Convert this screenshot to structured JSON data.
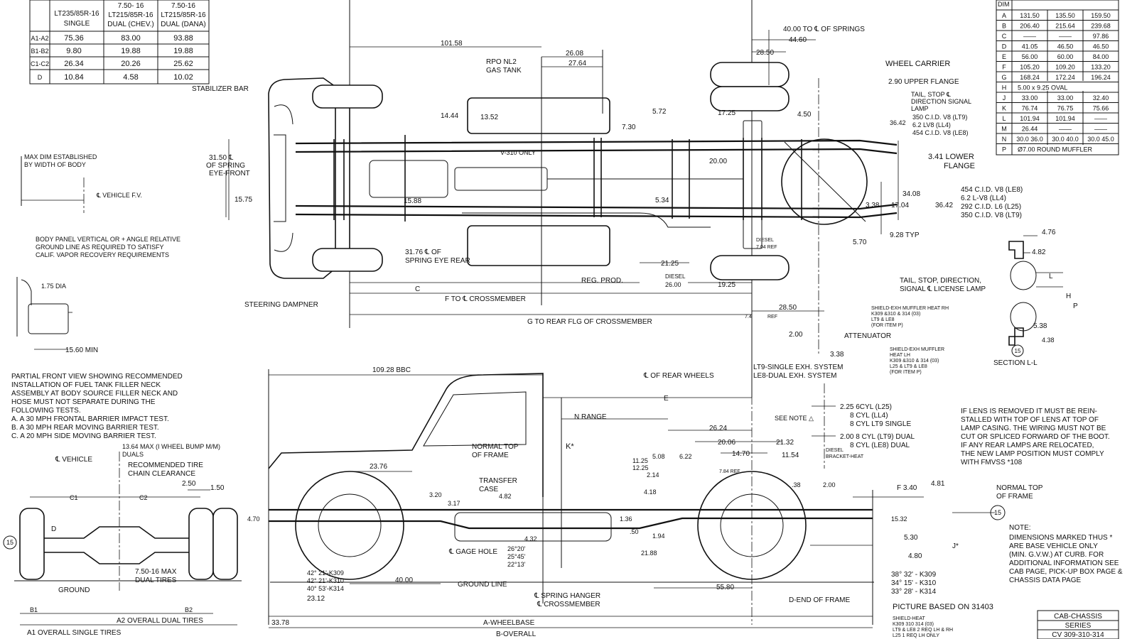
{
  "tire_table": {
    "columns": [
      "LT235/85R-16 SINGLE",
      "7.50-16 LT215/85R-16 DUAL (CHEV.)",
      "7.50-16 LT215/85R-16 DUAL (DANA)"
    ],
    "col_lines": [
      [
        "LT235/85R-16",
        "SINGLE"
      ],
      [
        "7.50- 16",
        "LT215/85R-16",
        "DUAL (CHEV.)"
      ],
      [
        "7.50-16",
        "LT215/85R-16",
        "DUAL (DANA)"
      ]
    ],
    "rows": [
      {
        "label": "A1-A2",
        "values": [
          "75.36",
          "83.00",
          "93.88"
        ]
      },
      {
        "label": "B1-B2",
        "values": [
          "9.80",
          "19.88",
          "19.88"
        ]
      },
      {
        "label": "C1-C2",
        "values": [
          "26.34",
          "20.26",
          "25.62"
        ]
      },
      {
        "label": "D",
        "values": [
          "10.84",
          "4.58",
          "10.02"
        ]
      }
    ]
  },
  "dim_table": {
    "header": "DIM",
    "rows": [
      {
        "dim": "A",
        "values": [
          "131.50",
          "135.50",
          "159.50"
        ]
      },
      {
        "dim": "B",
        "values": [
          "206.40",
          "215.64",
          "239.68"
        ]
      },
      {
        "dim": "C",
        "values": [
          "——",
          "——",
          "97.86"
        ]
      },
      {
        "dim": "D",
        "values": [
          "41.05",
          "46.50",
          "46.50"
        ]
      },
      {
        "dim": "E",
        "values": [
          "56.00",
          "60.00",
          "84.00"
        ]
      },
      {
        "dim": "F",
        "values": [
          "105.20",
          "109.20",
          "133.20"
        ]
      },
      {
        "dim": "G",
        "values": [
          "168.24",
          "172.24",
          "196.24"
        ]
      },
      {
        "dim": "H",
        "span": "5.00 x 9.25   OVAL"
      },
      {
        "dim": "J",
        "values": [
          "33.00",
          "33.00",
          "32.40"
        ]
      },
      {
        "dim": "K",
        "values": [
          "76.74",
          "76.75",
          "75.66"
        ]
      },
      {
        "dim": "L",
        "values": [
          "101.94",
          "101.94",
          "——"
        ]
      },
      {
        "dim": "M",
        "values": [
          "26.44",
          "——",
          "——"
        ]
      },
      {
        "dim": "N",
        "values": [
          "30.0 36.0",
          "30.0 40.0",
          "30.0 45.0"
        ]
      },
      {
        "dim": "P",
        "span": "Ø7.00 ROUND MUFFLER"
      }
    ]
  },
  "top_view": {
    "d_101_58": "101.58",
    "d_26_08": "26.08",
    "d_27_64": "27.64",
    "gas_tank": [
      "RPO NL2",
      "GAS TANK"
    ],
    "d_14_44": "14.44",
    "d_13_52": "13.52",
    "d_7_30": "7.30",
    "d_5_72": "5.72",
    "d_17_25": "17.25",
    "d_4_50": "4.50",
    "springs_cl": "40.00 TO ℄ OF SPRINGS",
    "d_44_60": "44.60",
    "d_28_50_top": "28.50",
    "wheel_carrier": "WHEEL CARRIER",
    "upper_flange": "2.90 UPPER FLANGE",
    "tail_lamp": [
      "TAIL, STOP ℄",
      "DIRECTION SIGNAL",
      "LAMP"
    ],
    "d_36_42_a": "36.42",
    "engines_a": [
      "350 C.I.D. V8 (LT9)",
      "6.2 LV8 (LL4)",
      "454 C.I.D. V8 (LE8)"
    ],
    "lower_flange": [
      "3.41 LOWER",
      "FLANGE"
    ],
    "stabilizer": "STABILIZER BAR",
    "spring_front": [
      "31.50 ℄",
      "OF SPRING",
      "EYE-FRONT"
    ],
    "v310": "V-310 ONLY",
    "d_20_00": "20.00",
    "d_15_75": "15.75",
    "d_15_88": "15.88",
    "d_5_34": "5.34",
    "d_3_38": "3.38",
    "d_17_04": "17.04",
    "d_34_08": "34.08",
    "d_36_42_b": "36.42",
    "engines_b": [
      "454 C.I.D. V8 (LE8)",
      "6.2 L-V8 (LL4)",
      "292 C.I.D. L6 (L25)",
      "350 C.I.D. V8 (LT9)"
    ],
    "d_9_28": "9.28 TYP",
    "d_5_70": "5.70",
    "diesel_a": [
      "DIESEL",
      "7.04 REF"
    ],
    "spring_rear": [
      "31.76 ℄ OF",
      "SPRING EYE REAR"
    ],
    "d_21_25": "21.25",
    "reg_prod": "REG. PROD.",
    "diesel_b": [
      "DIESEL",
      "26.00"
    ],
    "d_19_25": "19.25",
    "tail_lic": [
      "TAIL, STOP, DIRECTION,",
      "SIGNAL ℄ LICENSE LAMP"
    ],
    "steering": "STEERING DAMPNER",
    "dim_c": "C",
    "f_cross": "F TO ℄ CROSSMEMBER",
    "g_cross": "G TO REAR FLG OF CROSSMEMBER",
    "d_28_50": "28.50",
    "ref_7_4": "7.4",
    "ref": "REF",
    "d_2_00": "2.00",
    "attenuator": "ATTENUATOR",
    "d_3_38_b": "3.38",
    "exhaust": [
      "LT9-SINGLE EXH. SYSTEM",
      "LE8-DUAL EXH. SYSTEM"
    ]
  },
  "left_notes": {
    "max_dim": [
      "MAX DIM ESTABLISHED",
      "BY WIDTH OF BODY"
    ],
    "cl_vehicle_fv": "℄ VEHICLE F.V.",
    "body_panel": [
      "BODY PANEL VERTICAL OR + ANGLE RELATIVE",
      "GROUND LINE AS REQUIRED TO SATISFY",
      "CALIF. VAPOR RECOVERY REQUIREMENTS"
    ],
    "dia": "1.75 DIA",
    "min": "15.60 MIN",
    "partial_view": [
      "PARTIAL FRONT VIEW SHOWING RECOMMENDED",
      "INSTALLATION OF FUEL TANK FILLER NECK",
      "ASSEMBLY AT BODY SOURCE FILLER NECK AND",
      "HOSE MUST NOT SEPARATE DURING  THE",
      "FOLLOWING TESTS.",
      "A. A 30 MPH FRONTAL BARRIER IMPACT TEST.",
      "B. A 30 MPH REAR MOVING BARRIER TEST.",
      "C. A 20 MPH SIDE MOVING BARRIER TEST."
    ]
  },
  "rear_view": {
    "max_bump": [
      "13.64 MAX (I WHEEL BUMP M/M)",
      "DUALS"
    ],
    "cl_vehicle": "℄ VEHICLE",
    "chain": [
      "RECOMMENDED TIRE",
      "CHAIN CLEARANCE"
    ],
    "d_2_50": "2.50",
    "d_1_50": "1.50",
    "c1": "C1",
    "c2": "C2",
    "d": "D",
    "circle_15": "15",
    "max_dual": [
      "7.50-16 MAX",
      "DUAL TIRES"
    ],
    "ground": "GROUND",
    "b1": "B1",
    "b2": "B2",
    "a2": "A2 OVERALL DUAL TIRES",
    "a1": "A1 OVERALL SINGLE TIRES"
  },
  "side_view": {
    "bbc": "109.28 BBC",
    "rear_wheels_cl": "℄ OF REAR WHEELS",
    "dim_e": "E",
    "n_range": "N RANGE",
    "k_star": "K*",
    "normal_top_a": [
      "NORMAL TOP",
      "OF FRAME"
    ],
    "transfer": [
      "TRANSFER",
      "CASE"
    ],
    "d_23_76": "23.76",
    "d_3_20": "3.20",
    "d_3_17": "3.17",
    "d_4_82": "4.82",
    "d_4_70": "4.70",
    "d_11_25": "11.25",
    "d_12_25": "12.25",
    "d_2_14": "2.14",
    "d_5_08": "5.08",
    "d_6_22": "6.22",
    "d_4_18": "4.18",
    "d_1_36": "1.36",
    "d_50": ".50",
    "d_1_94": "1.94",
    "d_4_32": "4.32",
    "gage_hole": "℄ GAGE HOLE",
    "angles_front": [
      "26°20'",
      "25°45'",
      "22°13'"
    ],
    "angles_left": [
      "42° 21'-K309",
      "42° 21'-K310",
      "40° 53'-K314"
    ],
    "d_23_12": "23.12",
    "d_40_00": "40.00",
    "ground_line": "GROUND LINE",
    "spring_hanger": [
      "℄ SPRING HANGER",
      "℄ CROSSMEMBER"
    ],
    "d_21_88": "21.88",
    "d_55_80": "55.80",
    "d_end": "D-END OF FRAME",
    "see_note": "SEE NOTE △",
    "d_26_24": "26.24",
    "d_20_06": "20.06",
    "d_21_32": "21.32",
    "d_14_70": "14.70",
    "d_11_54": "11.54",
    "diesel_bracket": [
      "DIESEL",
      "BRACKET-HEAT"
    ],
    "ref_7_84": "7.84 REF",
    "d_38": ".38",
    "d_2_00": "2.00",
    "f_3_40": "F 3.40",
    "d_4_81": "4.81",
    "normal_top_b": [
      "NORMAL TOP",
      "OF FRAME"
    ],
    "d_15_32": "15.32",
    "d_5_30": "5.30",
    "j_star": "J*",
    "d_4_80": "4.80",
    "angles_rear": [
      "38° 32' - K309",
      "34° 15' - K310",
      "33° 28' - K314"
    ],
    "picture": "PICTURE BASED ON 31403",
    "d_33_78": "33.78",
    "wheelbase": "A-WHEELBASE",
    "overall": "B-OVERALL",
    "shield_heat": [
      "SHIELD-HEAT",
      "K309 310 314 (03)",
      "LT9 & LE8  2 REQ  LH & RH",
      "L25  1 REQ  LH ONLY"
    ]
  },
  "exhaust_block": {
    "lines": [
      "2.25 6CYL (L25)",
      "8 CYL (LL4)",
      "8 CYL LT9 SINGLE",
      "2.00 8 CYL (LT9) DUAL",
      "8 CYL (LE8) DUAL"
    ]
  },
  "lens_note": [
    "IF LENS IS REMOVED IT MUST BE REIN-",
    "STALLED WITH TOP OF LENS AT TOP OF",
    "LAMP CASING. THE WIRING MUST NOT BE",
    "CUT OR SPLICED FORWARD OF THE BOOT.",
    "IF ANY REAR LAMPS ARE RELOCATED,",
    "THE NEW LAMP POSITION MUST COMPLY",
    "WITH FMVSS *108"
  ],
  "section_ll": {
    "d_4_76": "4.76",
    "d_4_82": "4.82",
    "l": "L",
    "h": "H",
    "p": "P",
    "d_5_38": "5.38",
    "d_4_38": "4.38",
    "circle": "15",
    "title": "SECTION L-L",
    "shield_rh": [
      "SHIELD-EXH MUFFLER HEAT RH",
      "K309 &310 & 314 (03)",
      "LT9 & LE8",
      "(FOR ITEM P)"
    ],
    "shield_lh": [
      "SHIELD-EXH MUFFLER",
      "HEAT LH",
      "K309 &310 & 314 (03)",
      "L25 & LT9 & LE8",
      "(FOR ITEM P)"
    ]
  },
  "bottom_note": {
    "title": "NOTE:",
    "lines": [
      "DIMENSIONS MARKED THUS *",
      "ARE BASE VEHICLE ONLY",
      "(MIN. G.V.W.) AT CURB. FOR",
      "ADDITIONAL INFORMATION SEE",
      "CAB PAGE, PICK-UP BOX PAGE &",
      "CHASSIS DATA PAGE"
    ],
    "circle": "15"
  },
  "title_block": {
    "line1": "CAB-CHASSIS",
    "line2": "SERIES",
    "line3": "CV 309-310-314"
  }
}
